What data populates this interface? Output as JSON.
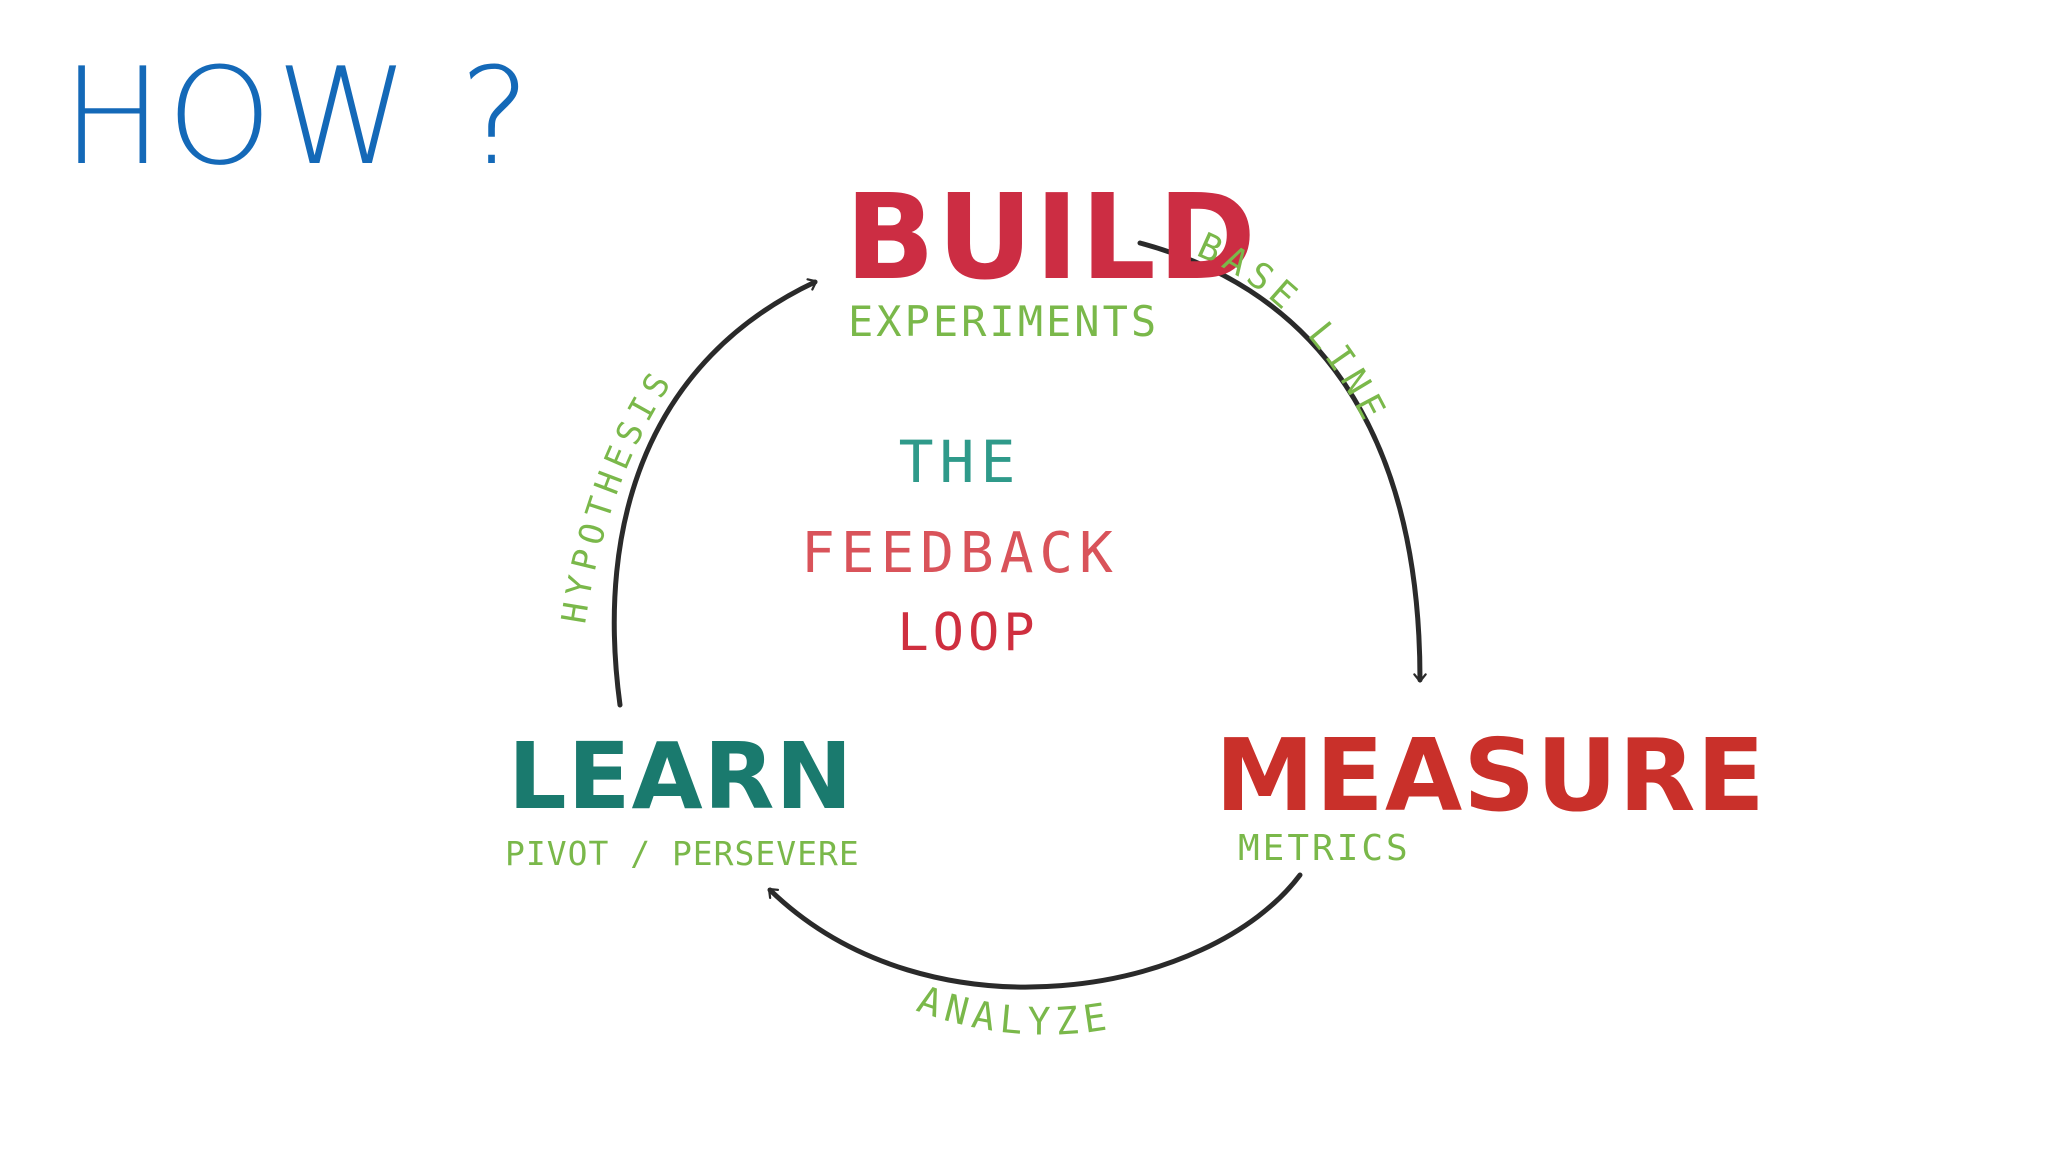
{
  "slide": {
    "title": "HOW ?"
  },
  "diagram": {
    "center": {
      "line1": "THE",
      "line2": "FEEDBACK",
      "line3": "LOOP"
    },
    "stages": {
      "build": {
        "label": "BUILD",
        "sub": "EXPERIMENTS"
      },
      "measure": {
        "label": "MEASURE",
        "sub": "METRICS"
      },
      "learn": {
        "label": "LEARN",
        "sub": "PIVOT / PERSEVERE"
      }
    },
    "transitions": {
      "build_to_measure": "BASE LINE",
      "measure_to_learn": "ANALYZE",
      "learn_to_build": "HYPOTHESIS"
    }
  },
  "colors": {
    "title": "#1469b8",
    "build": "#cc2d43",
    "measure": "#c9302a",
    "learn": "#1a7a6e",
    "sublabel": "#7ab84a",
    "center_the": "#2f9a8a",
    "center_feedback": "#d9535a",
    "center_loop": "#cf2f3f",
    "arrow": "#2a2a2a"
  }
}
